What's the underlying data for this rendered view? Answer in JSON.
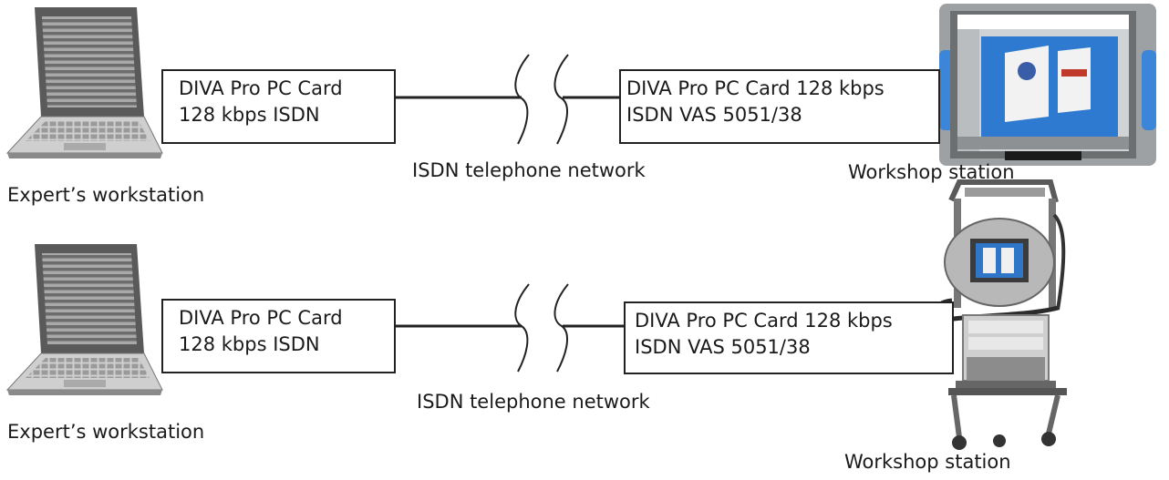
{
  "rows": [
    {
      "left_card": [
        "DIVA Pro PC Card",
        "128 kbps ISDN"
      ],
      "right_card": [
        "DIVA Pro PC Card 128 kbps",
        "ISDN VAS 5051/38"
      ],
      "network_label": "ISDN telephone network",
      "expert_label": "Expert’s workstation",
      "workshop_label": "Workshop station"
    },
    {
      "left_card": [
        "DIVA Pro PC Card",
        "128 kbps ISDN"
      ],
      "right_card": [
        "DIVA Pro PC Card 128 kbps",
        "ISDN VAS 5051/38"
      ],
      "network_label": "ISDN telephone network",
      "expert_label": "Expert’s workstation",
      "workshop_label": "Workshop station"
    }
  ]
}
